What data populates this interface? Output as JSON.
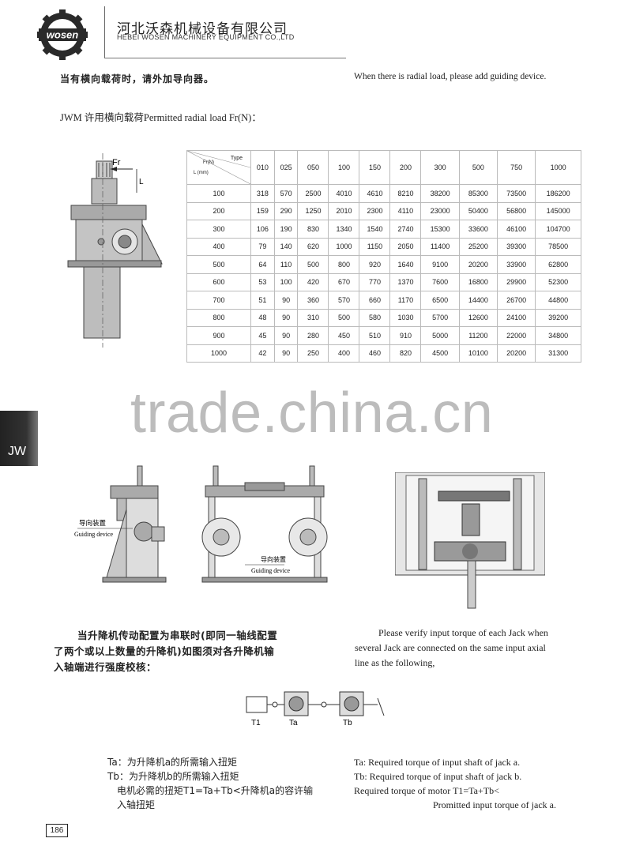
{
  "header": {
    "logo_text": "wosen",
    "company_cn": "河北沃森机械设备有限公司",
    "company_en": "HEBEI WOSEN MACHINERY EQUIPMENT CO.,LTD"
  },
  "notes": {
    "radial_cn": "当有横向载荷时，请外加导向器。",
    "radial_en": "When there is radial load, please add guiding device.",
    "table_title": "JWM 许用横向载荷Permitted radial load Fr(N)："
  },
  "drawing1": {
    "fr_label": "Fr",
    "l_label": "L"
  },
  "table": {
    "type_label": "Type",
    "fr_label": "Fr(N)",
    "l_label": "L (mm)",
    "types": [
      "010",
      "025",
      "050",
      "100",
      "150",
      "200",
      "300",
      "500",
      "750",
      "1000"
    ],
    "rows": [
      {
        "l": "100",
        "v": [
          "318",
          "570",
          "2500",
          "4010",
          "4610",
          "8210",
          "38200",
          "85300",
          "73500",
          "186200"
        ]
      },
      {
        "l": "200",
        "v": [
          "159",
          "290",
          "1250",
          "2010",
          "2300",
          "4110",
          "23000",
          "50400",
          "56800",
          "145000"
        ]
      },
      {
        "l": "300",
        "v": [
          "106",
          "190",
          "830",
          "1340",
          "1540",
          "2740",
          "15300",
          "33600",
          "46100",
          "104700"
        ]
      },
      {
        "l": "400",
        "v": [
          "79",
          "140",
          "620",
          "1000",
          "1150",
          "2050",
          "11400",
          "25200",
          "39300",
          "78500"
        ]
      },
      {
        "l": "500",
        "v": [
          "64",
          "110",
          "500",
          "800",
          "920",
          "1640",
          "9100",
          "20200",
          "33900",
          "62800"
        ]
      },
      {
        "l": "600",
        "v": [
          "53",
          "100",
          "420",
          "670",
          "770",
          "1370",
          "7600",
          "16800",
          "29900",
          "52300"
        ]
      },
      {
        "l": "700",
        "v": [
          "51",
          "90",
          "360",
          "570",
          "660",
          "1170",
          "6500",
          "14400",
          "26700",
          "44800"
        ]
      },
      {
        "l": "800",
        "v": [
          "48",
          "90",
          "310",
          "500",
          "580",
          "1030",
          "5700",
          "12600",
          "24100",
          "39200"
        ]
      },
      {
        "l": "900",
        "v": [
          "45",
          "90",
          "280",
          "450",
          "510",
          "910",
          "5000",
          "11200",
          "22000",
          "34800"
        ]
      },
      {
        "l": "1000",
        "v": [
          "42",
          "90",
          "250",
          "400",
          "460",
          "820",
          "4500",
          "10100",
          "20200",
          "31300"
        ]
      }
    ]
  },
  "side_tab": "JW",
  "watermark": "trade.china.cn",
  "guide_captions": {
    "left_cn": "导向装置",
    "left_en": "Guiding device",
    "mid_cn": "导向装置",
    "mid_en": "Guiding device"
  },
  "description": {
    "cn": [
      "当升降机传动配置为串联时(即同一轴线配置",
      "了两个或以上数量的升降机)如图须对各升降机输",
      "入轴端进行强度校核："
    ],
    "en": [
      "Please verify input torque of each Jack when",
      "several Jack are connected on the same input axial",
      "line as the following,"
    ]
  },
  "schematic": {
    "t1": "T1",
    "ta": "Ta",
    "tb": "Tb"
  },
  "torque": {
    "cn": [
      "Ta：为升降机a的所需输入扭矩",
      "Tb：为升降机b的所需输入扭矩",
      "电机必需的扭矩T1=Ta+Tb<升降机a的容许输",
      "入轴扭矩"
    ],
    "en": [
      "Ta: Required torque of input shaft of jack a.",
      "Tb: Required torque of input shaft of jack b.",
      "Required torque of motor T1=Ta+Tb<",
      "Promitted input torque of jack a."
    ]
  },
  "page_number": "186"
}
